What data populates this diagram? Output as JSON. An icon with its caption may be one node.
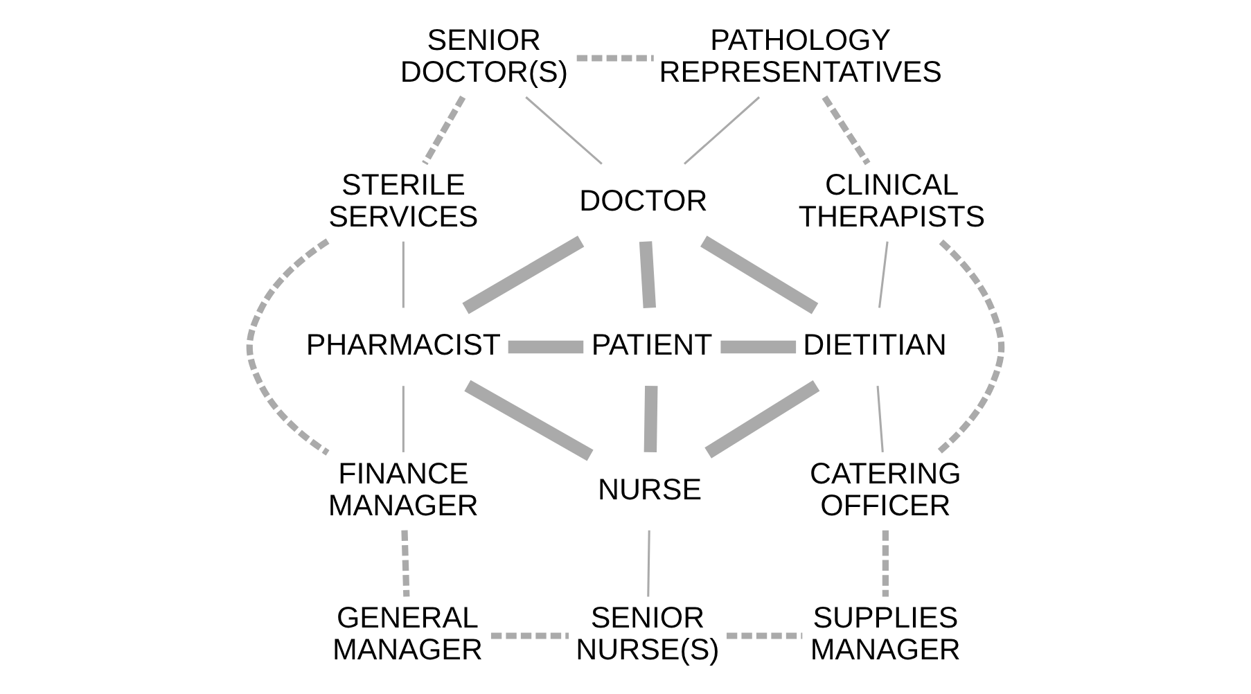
{
  "diagram": {
    "nodes": [
      {
        "text": [
          "SENIOR DOCTOR(S)"
        ]
      },
      {
        "text": [
          "PATHOLOGY REPRESENTATIVES"
        ]
      },
      {
        "text": [
          "STERILE SERVICES"
        ]
      },
      {
        "text": [
          "DOCTOR"
        ]
      },
      {
        "text": [
          "CLINICAL THERAPISTS"
        ]
      },
      {
        "text": [
          "PHARMACIST"
        ]
      },
      {
        "text": [
          "PATIENT"
        ]
      },
      {
        "text": [
          "DIETITIAN"
        ]
      },
      {
        "text": [
          "FINANCE MANAGER"
        ]
      },
      {
        "text": [
          "NURSE"
        ]
      },
      {
        "text": [
          "CATERING OFFICER"
        ]
      },
      {
        "text": [
          "GENERAL MANAGER"
        ]
      },
      {
        "text": [
          "SENIOR NURSE(S)"
        ]
      },
      {
        "text": [
          "SUPPLIES MANAGER"
        ]
      }
    ],
    "edges": [
      {
        "from": 0,
        "to": 1,
        "arrow": "none",
        "style": "dashed"
      },
      {
        "from": 0,
        "to": 2,
        "arrow": "none",
        "style": "dashed"
      },
      {
        "from": 1,
        "to": 4,
        "arrow": "none",
        "style": "dashed"
      },
      {
        "from": 0,
        "to": 3,
        "arrow": "none"
      },
      {
        "from": 1,
        "to": 3,
        "arrow": "none"
      },
      {
        "from": 2,
        "to": 5,
        "arrow": "none"
      },
      {
        "from": 4,
        "to": 7,
        "arrow": "none"
      },
      {
        "from": 2,
        "to": 8,
        "arrow": "none",
        "style": "dashed"
      },
      {
        "from": 4,
        "to": 10,
        "arrow": "none",
        "style": "dashed"
      },
      {
        "from": 3,
        "to": 5,
        "arrow": "none",
        "style": "thick"
      },
      {
        "from": 3,
        "to": 6,
        "arrow": "none",
        "style": "thick"
      },
      {
        "from": 3,
        "to": 7,
        "arrow": "none",
        "style": "thick"
      },
      {
        "from": 5,
        "to": 6,
        "arrow": "none",
        "style": "thick"
      },
      {
        "from": 6,
        "to": 7,
        "arrow": "none",
        "style": "thick"
      },
      {
        "from": 8,
        "to": 5,
        "arrow": "none"
      },
      {
        "from": 10,
        "to": 7,
        "arrow": "none"
      },
      {
        "from": 5,
        "to": 9,
        "arrow": "none",
        "style": "thick"
      },
      {
        "from": 6,
        "to": 9,
        "arrow": "none",
        "style": "thick"
      },
      {
        "from": 7,
        "to": 9,
        "arrow": "none",
        "style": "thick"
      },
      {
        "from": 8,
        "to": 11,
        "arrow": "none",
        "style": "dashed"
      },
      {
        "from": 10,
        "to": 13,
        "arrow": "none",
        "style": "dashed"
      },
      {
        "from": 9,
        "to": 12,
        "arrow": "none"
      },
      {
        "from": 11,
        "to": 12,
        "arrow": "none",
        "style": "dashed"
      },
      {
        "from": 12,
        "to": 13,
        "arrow": "none",
        "style": "dashed"
      }
    ]
  }
}
